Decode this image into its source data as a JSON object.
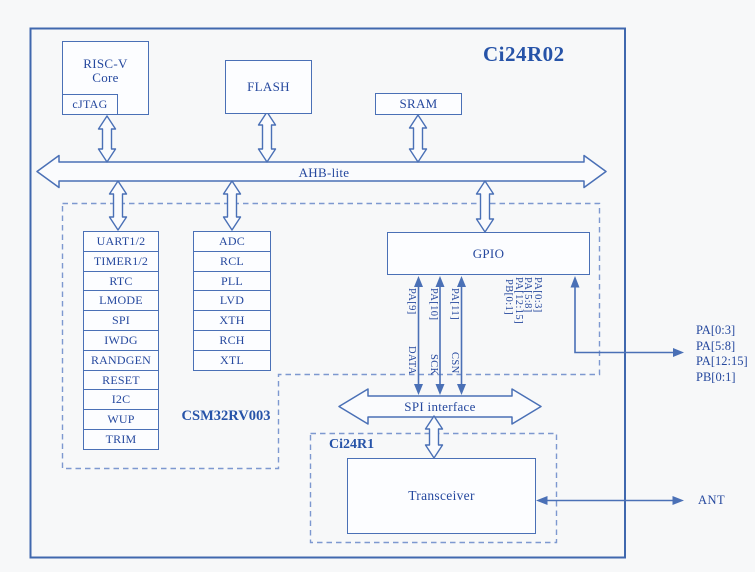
{
  "colors": {
    "line_blue": "#4a70b6",
    "text_navy": "#25489e",
    "bold_navy": "#2653a8",
    "dash_blue": "#7d98d0",
    "background": "#f7f8f9"
  },
  "chip": {
    "title": "Ci24R02",
    "mcu_core_label": "CSM32RV003",
    "rf_section_label": "Ci24R1"
  },
  "blocks": {
    "riscv_line1": "RISC-V",
    "riscv_line2": "Core",
    "cjtag": "cJTAG",
    "flash": "FLASH",
    "sram": "SRAM",
    "gpio": "GPIO",
    "transceiver": "Transceiver"
  },
  "buses": {
    "ahb": "AHB-lite",
    "spi": "SPI interface"
  },
  "peripherals": [
    "UART1/2",
    "TIMER1/2",
    "RTC",
    "LMODE",
    "SPI",
    "IWDG",
    "RANDGEN",
    "RESET",
    "I2C",
    "WUP",
    "TRIM"
  ],
  "analog_clock_blocks": [
    "ADC",
    "RCL",
    "PLL",
    "LVD",
    "XTH",
    "RCH",
    "XTL"
  ],
  "gpio_signals": {
    "pins": [
      "PA[9]",
      "PA[10]",
      "PA[11]"
    ],
    "functions": [
      "DATA",
      "SCK",
      "CSN"
    ],
    "bundle": [
      "PB[0:1]",
      "PA[12:15]",
      "PA[5:8]",
      "PA[0:3]"
    ]
  },
  "external_pins": [
    "PA[0:3]",
    "PA[5:8]",
    "PA[12:15]",
    "PB[0:1]"
  ],
  "ant_label": "ANT"
}
